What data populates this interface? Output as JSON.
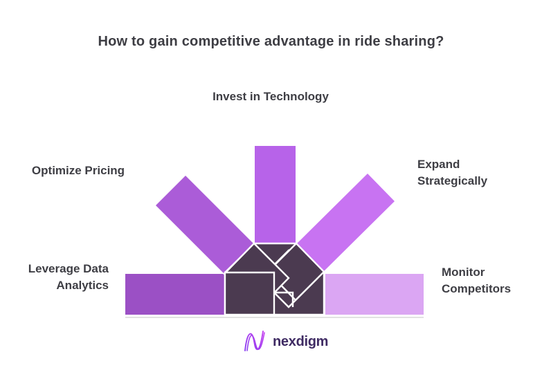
{
  "title": "How to gain competitive advantage in ride sharing?",
  "arrows": [
    {
      "id": "top",
      "label": "Invest in Technology",
      "color": "#b763e9"
    },
    {
      "id": "upper-left",
      "label": "Optimize Pricing",
      "color": "#ab5cd8"
    },
    {
      "id": "upper-right",
      "label": "Expand Strategically",
      "color": "#c873f2"
    },
    {
      "id": "left",
      "label": "Leverage Data Analytics",
      "color": "#9b50c5"
    },
    {
      "id": "right",
      "label": "Monitor Competitors",
      "color": "#dba6f3"
    }
  ],
  "center_color": "#4b3a50",
  "outline_color": "#ffffff",
  "text_color": "#3e3e44",
  "baseline_color": "#d8d8d8",
  "logo": {
    "text": "nexdigm",
    "text_color": "#3f2b63",
    "icon": "wavy-n-monogram",
    "gradient_start": "#8a3ff0",
    "gradient_end": "#c43ff0"
  }
}
